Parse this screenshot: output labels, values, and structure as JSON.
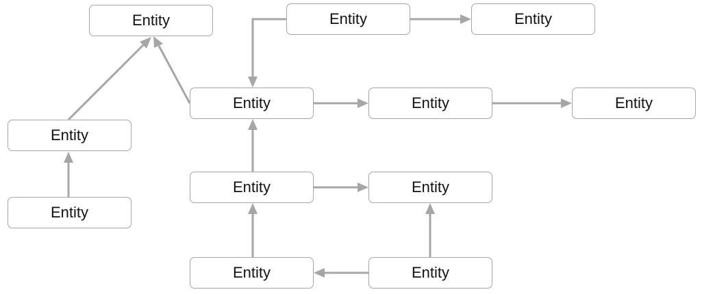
{
  "nodes": [
    {
      "id": "n1",
      "label": "Entity"
    },
    {
      "id": "n2",
      "label": "Entity"
    },
    {
      "id": "n3",
      "label": "Entity"
    },
    {
      "id": "n4",
      "label": "Entity"
    },
    {
      "id": "n5",
      "label": "Entity"
    },
    {
      "id": "n6",
      "label": "Entity"
    },
    {
      "id": "n7",
      "label": "Entity"
    },
    {
      "id": "n8",
      "label": "Entity"
    },
    {
      "id": "n9",
      "label": "Entity"
    },
    {
      "id": "n10",
      "label": "Entity"
    },
    {
      "id": "n11",
      "label": "Entity"
    },
    {
      "id": "n12",
      "label": "Entity"
    }
  ],
  "edges": [
    {
      "from": "n10",
      "to": "n7"
    },
    {
      "from": "n7",
      "to": "n1"
    },
    {
      "from": "n4",
      "to": "n1"
    },
    {
      "from": "n2",
      "to": "n4"
    },
    {
      "from": "n2",
      "to": "n3"
    },
    {
      "from": "n4",
      "to": "n5"
    },
    {
      "from": "n5",
      "to": "n6"
    },
    {
      "from": "n8",
      "to": "n4"
    },
    {
      "from": "n8",
      "to": "n9"
    },
    {
      "from": "n11",
      "to": "n8"
    },
    {
      "from": "n12",
      "to": "n11"
    },
    {
      "from": "n12",
      "to": "n9"
    }
  ],
  "colors": {
    "node_border": "#a6a6a6",
    "edge": "#a6a6a6",
    "text": "#111111",
    "background": "#ffffff"
  }
}
